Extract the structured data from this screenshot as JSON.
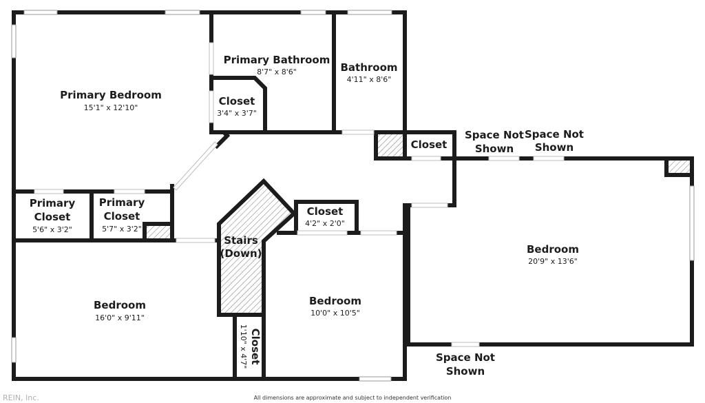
{
  "rooms": {
    "primary_bedroom": {
      "name": "Primary Bedroom",
      "dims": "15'1\" x 12'10\""
    },
    "primary_bathroom": {
      "name": "Primary Bathroom",
      "dims": "8'7\" x 8'6\""
    },
    "bathroom": {
      "name": "Bathroom",
      "dims": "4'11\" x 8'6\""
    },
    "closet_bath": {
      "name": "Closet",
      "dims": "3'4\" x 3'7\""
    },
    "closet_hall": {
      "name": "Closet"
    },
    "primary_closet_1": {
      "name_line1": "Primary",
      "name_line2": "Closet",
      "dims": "5'6\" x 3'2\""
    },
    "primary_closet_2": {
      "name_line1": "Primary",
      "name_line2": "Closet",
      "dims": "5'7\" x 3'2\""
    },
    "stairs": {
      "name_line1": "Stairs",
      "name_line2": "(Down)"
    },
    "closet_mid": {
      "name": "Closet",
      "dims": "4'2\" x 2'0\""
    },
    "bedroom_left": {
      "name": "Bedroom",
      "dims": "16'0\" x 9'11\""
    },
    "bedroom_mid": {
      "name": "Bedroom",
      "dims": "10'0\" x 10'5\""
    },
    "bedroom_right": {
      "name": "Bedroom",
      "dims": "20'9\" x 13'6\""
    },
    "closet_small": {
      "name": "Closet",
      "dims": "1'10\" x 4'7\""
    }
  },
  "space_not_shown": {
    "line1": "Space Not",
    "line2": "Shown"
  },
  "footer": {
    "note": "All dimensions are approximate and subject to independent verification",
    "mls": "REIN, Inc."
  }
}
